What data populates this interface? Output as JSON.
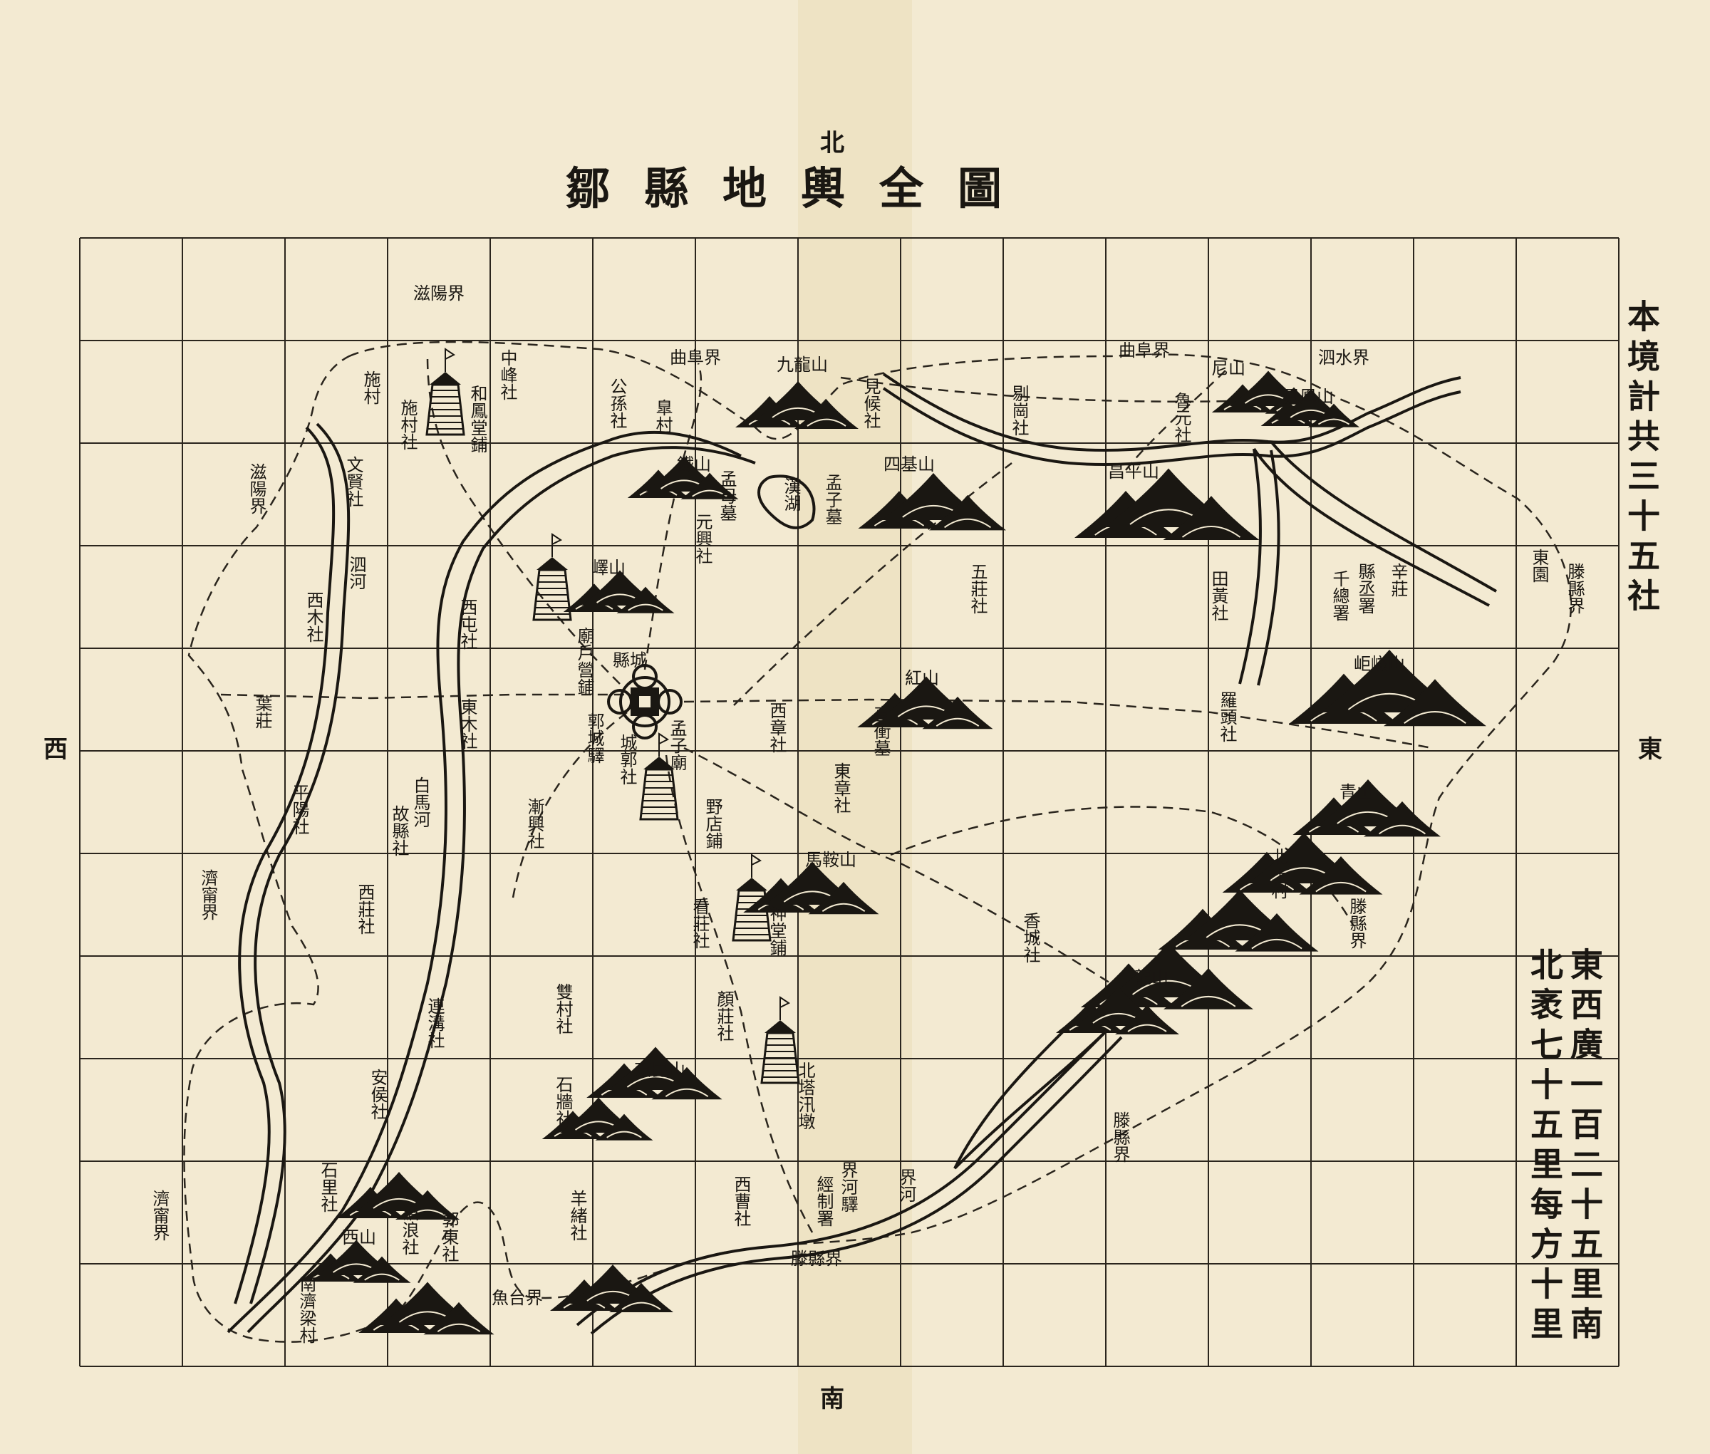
{
  "map": {
    "title": "鄒縣地輿全圖",
    "directions": {
      "north": "北",
      "south": "南",
      "east": "東",
      "west": "西"
    },
    "notes": {
      "total_she": "本境計共三十五社",
      "extent_line1": "東西廣一百二十五里南",
      "extent_line2": "北袤七十五里每方十里"
    },
    "places": {
      "p1": "滋陽界",
      "p2": "滋陽界",
      "p3": "曲阜界",
      "p4": "曲阜界",
      "p5": "泗水界",
      "p6": "中峰社",
      "p7": "和鳳堂鋪",
      "p8": "公孫社",
      "p9": "臯村",
      "p10": "九龍山",
      "p11": "見候社",
      "p12": "剔崗社",
      "p13": "魯元社",
      "p14": "尼山",
      "p15": "鳳凰山",
      "p16": "施村",
      "p17": "施村社",
      "p18": "文賢社",
      "p19": "鐵山",
      "p20": "漢湖",
      "p21": "孟子墓",
      "p22": "四基山",
      "p23": "昌平山",
      "p24": "泗河",
      "p25": "西木社",
      "p26": "西屯社",
      "p27": "嶧山",
      "p28": "孟母墓",
      "p29": "元興社",
      "p30": "五莊社",
      "p31": "田黃社",
      "p32": "縣丞署",
      "p33": "千總署",
      "p34": "辛莊",
      "p35": "東園",
      "p36": "滕縣界",
      "p37": "縣城",
      "p38": "廟戶營鋪",
      "p39": "葉莊",
      "p40": "東木社",
      "p41": "紅山",
      "p42": "直衝墓",
      "p43": "西章社",
      "p44": "孟子廟",
      "p45": "城郭社",
      "p46": "郭城驛",
      "p47": "羅頭社",
      "p48": "岠嵫山",
      "p49": "平陽社",
      "p50": "白馬河",
      "p51": "故縣社",
      "p52": "漸興社",
      "p53": "東章社",
      "p54": "青山",
      "p55": "野店鋪",
      "p56": "濟甯界",
      "p57": "西莊社",
      "p58": "看莊社",
      "p59": "馬鞍山",
      "p60": "神堂鋪",
      "p61": "北王村",
      "p62": "滕縣界",
      "p63": "香城社",
      "p64": "龍山",
      "p65": "連溝社",
      "p66": "雙村社",
      "p67": "顏莊社",
      "p68": "東昆山",
      "p69": "北塔汛墩",
      "p70": "安侯社",
      "p71": "石牆社",
      "p72": "濟甯界",
      "p73": "石里社",
      "p74": "西山",
      "p75": "郭東社",
      "p76": "滄浪社",
      "p77": "南濟梁村",
      "p78": "羊緒社",
      "p79": "西曹社",
      "p80": "界河驛",
      "p81": "經制署",
      "p82": "界河",
      "p83": "滕縣界",
      "p84": "滕縣界",
      "p85": "魚台界"
    }
  }
}
